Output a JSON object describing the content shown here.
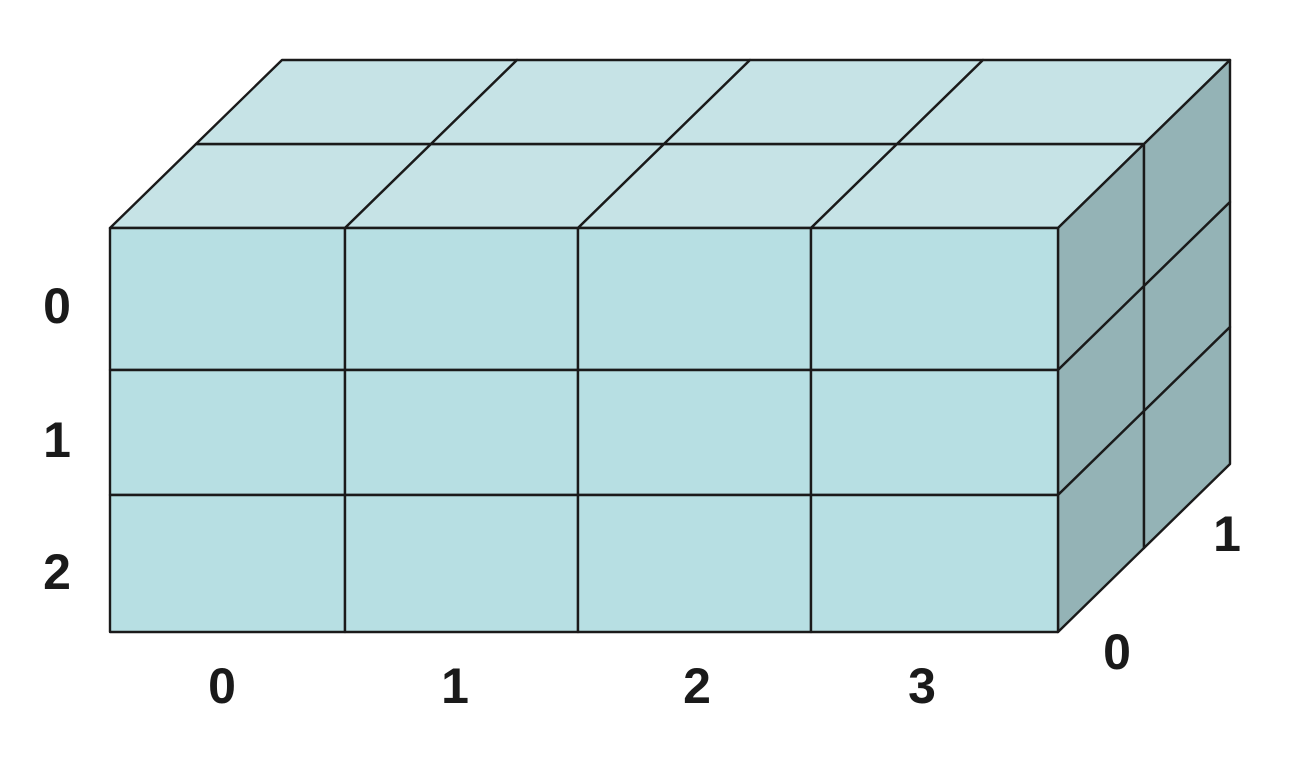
{
  "diagram": {
    "columns": 4,
    "rows": 3,
    "depth": 2,
    "row_labels": [
      "0",
      "1",
      "2"
    ],
    "column_labels": [
      "0",
      "1",
      "2",
      "3"
    ],
    "depth_labels": [
      "0",
      "1"
    ],
    "colors": {
      "front_face": "#b7dfe3",
      "top_face": "#c6e3e6",
      "side_face": "#94b3b6",
      "stroke": "#1a1a1a"
    }
  }
}
